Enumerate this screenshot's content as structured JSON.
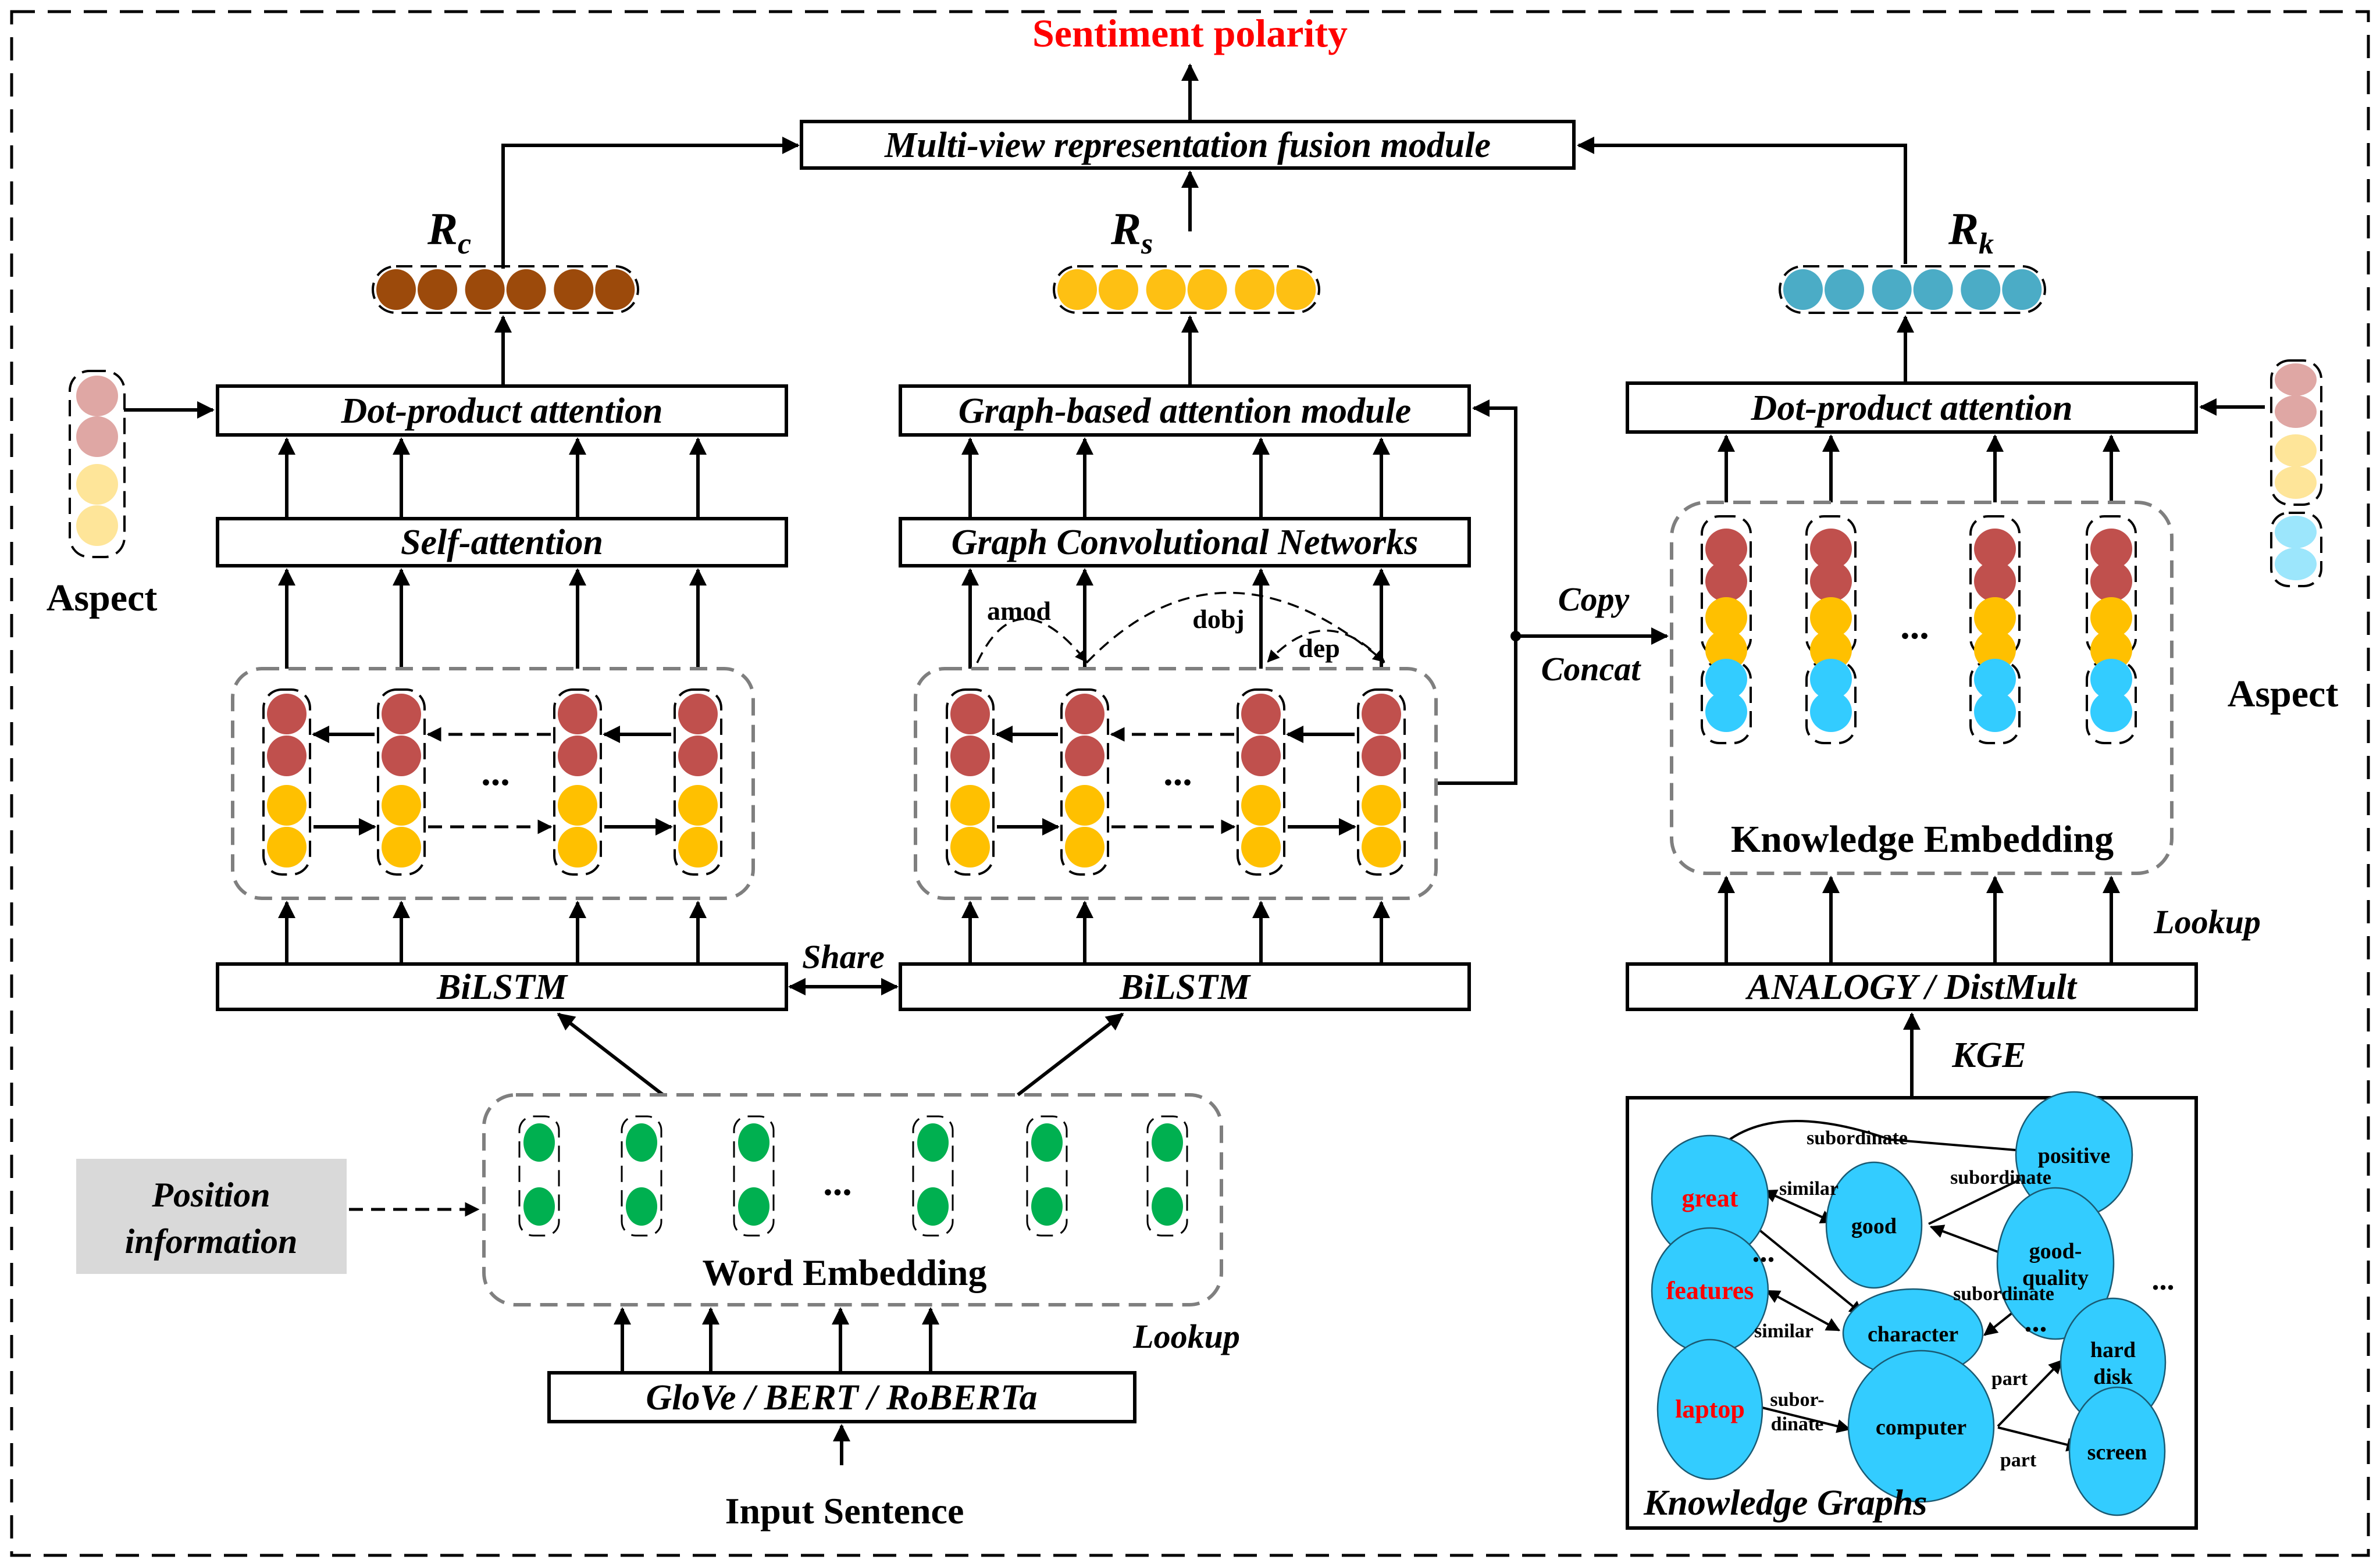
{
  "title": "Sentiment polarity",
  "fusion_module": "Multi-view representation fusion module",
  "representations": {
    "rc": {
      "main": "R",
      "sub": "c",
      "color": "#9c4a0b"
    },
    "rs": {
      "main": "R",
      "sub": "s",
      "color": "#fec013"
    },
    "rk": {
      "main": "R",
      "sub": "k",
      "color": "#4bacc6"
    }
  },
  "left_branch": {
    "attention": "Dot-product attention",
    "self_attention": "Self-attention",
    "bilstm": "BiLSTM",
    "ellipsis": "..."
  },
  "middle_branch": {
    "attention": "Graph-based attention module",
    "gcn": "Graph Convolutional Networks",
    "bilstm": "BiLSTM",
    "ellipsis": "...",
    "dependency_labels": [
      "amod",
      "dobj",
      "dep"
    ]
  },
  "right_branch": {
    "attention": "Dot-product attention",
    "knowledge_embedding": "Knowledge Embedding",
    "kge_model": "ANALOGY / DistMult",
    "ellipsis": "...",
    "lookup": "Lookup",
    "kge": "KGE"
  },
  "connectors": {
    "share": "Share",
    "copy": "Copy",
    "concat": "Concat",
    "lookup": "Lookup"
  },
  "aspect_left": "Aspect",
  "aspect_right": "Aspect",
  "word_embedding": {
    "label": "Word Embedding",
    "ellipsis": "..."
  },
  "position_information": [
    "Position",
    "information"
  ],
  "pretrained_models": "GloVe / BERT / RoBERTa",
  "input": "Input Sentence",
  "knowledge_graph": {
    "title": "Knowledge Graphs",
    "nodes": {
      "great": "great",
      "good": "good",
      "positive": "positive",
      "good_quality": [
        "good-",
        "quality"
      ],
      "features": "features",
      "character": "character",
      "laptop": "laptop",
      "computer": "computer",
      "hard_disk": [
        "hard",
        "disk"
      ],
      "screen": "screen"
    },
    "edges": {
      "great_positive": "subordinate",
      "great_good": "similar",
      "good_positive": "subordinate",
      "goodquality_character": "subordinate",
      "features_character": "similar",
      "laptop_computer": [
        "subor-",
        "dinate"
      ],
      "computer_harddisk": "part",
      "computer_screen": "part"
    },
    "ellipsis": "..."
  },
  "colors": {
    "hidden_red": "#c0504d",
    "hidden_yellow": "#ffc000",
    "word_green": "#00b050",
    "knowledge_blue": "#33ccff",
    "aspect_pink": "#dfa7a4",
    "aspect_yellow": "#fee599",
    "aspect_blue": "#9ce6fc",
    "title_red": "#ff0000"
  }
}
